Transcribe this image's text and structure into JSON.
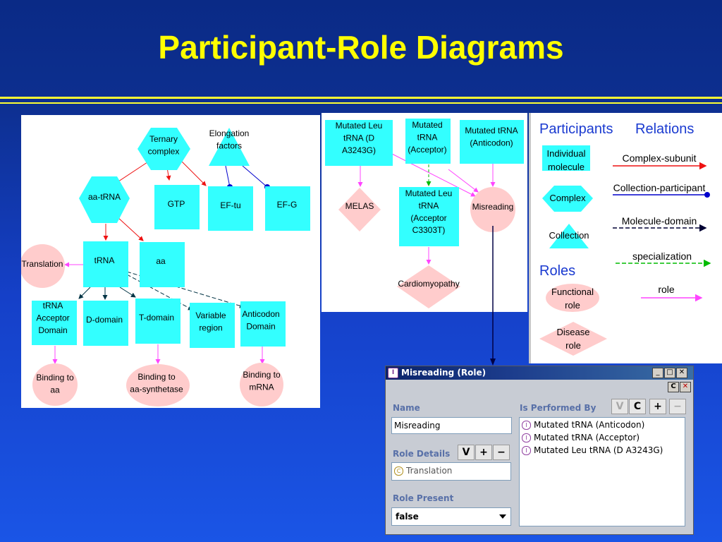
{
  "title": "Participant-Role Diagrams",
  "left_diagram": {
    "ternary_complex": "Ternary\ncomplex",
    "elongation_factors": "Elongation\nfactors",
    "aa_trna": "aa-tRNA",
    "gtp": "GTP",
    "ef_tu": "EF-tu",
    "ef_g": "EF-G",
    "translation": "Translation",
    "trna": "tRNA",
    "aa": "aa",
    "trna_acceptor_domain": "tRNA\nAcceptor\nDomain",
    "d_domain": "D-domain",
    "t_domain": "T-domain",
    "variable_region": "Variable\nregion",
    "anticodon_domain": "Anticodon\nDomain",
    "binding_aa": "Binding to\naa",
    "binding_synthetase": "Binding to\naa-synthetase",
    "binding_mrna": "Binding to\nmRNA"
  },
  "middle_diagram": {
    "mutated_leu_a3243g": "Mutated Leu\ntRNA (D\nA3243G)",
    "mutated_trna_acceptor": "Mutated\ntRNA\n(Acceptor)",
    "mutated_trna_anticodon": "Mutated tRNA\n(Anticodon)",
    "melas": "MELAS",
    "mutated_leu_c3303t": "Mutated Leu\ntRNA\n(Acceptor\nC3303T)",
    "misreading": "Misreading",
    "cardiomyopathy": "Cardiomyopathy"
  },
  "legend": {
    "participants_heading": "Participants",
    "relations_heading": "Relations",
    "individual_molecule": "Individual\nmolecule",
    "complex": "Complex",
    "collection": "Collection",
    "roles_heading": "Roles",
    "functional_role": "Functional\nrole",
    "disease_role": "Disease\nrole",
    "rel_complex_subunit": "Complex-subunit",
    "rel_collection_participant": "Collection-participant",
    "rel_molecule_domain": "Molecule-domain",
    "rel_specialization": "specialization",
    "rel_role": "role"
  },
  "dialog": {
    "title": "Misreading  (Role)",
    "name_label": "Name",
    "name_value": "Misreading",
    "role_details_label": "Role Details",
    "role_details_item": "Translation",
    "role_present_label": "Role Present",
    "role_present_value": "false",
    "is_performed_by_label": "Is Performed By",
    "performed_by": [
      "Mutated tRNA (Anticodon)",
      "Mutated tRNA (Acceptor)",
      "Mutated Leu tRNA (D A3243G)"
    ],
    "btn_v": "V",
    "btn_c": "C",
    "btn_plus": "+",
    "btn_minus": "−",
    "btn_min": "_",
    "btn_max": "□",
    "btn_close": "✕",
    "btn_small_c": "C",
    "btn_small_x": "✕",
    "class_icon": "C",
    "instance_icon": "I"
  },
  "colors": {
    "participant": "#33ffff",
    "role": "#ffcccc",
    "title": "#ffff00",
    "complex_subunit": "#ff0000",
    "collection_participant": "#0000cc",
    "molecule_domain": "#000033",
    "specialization": "#00cc00",
    "role_rel": "#ff44ff"
  }
}
